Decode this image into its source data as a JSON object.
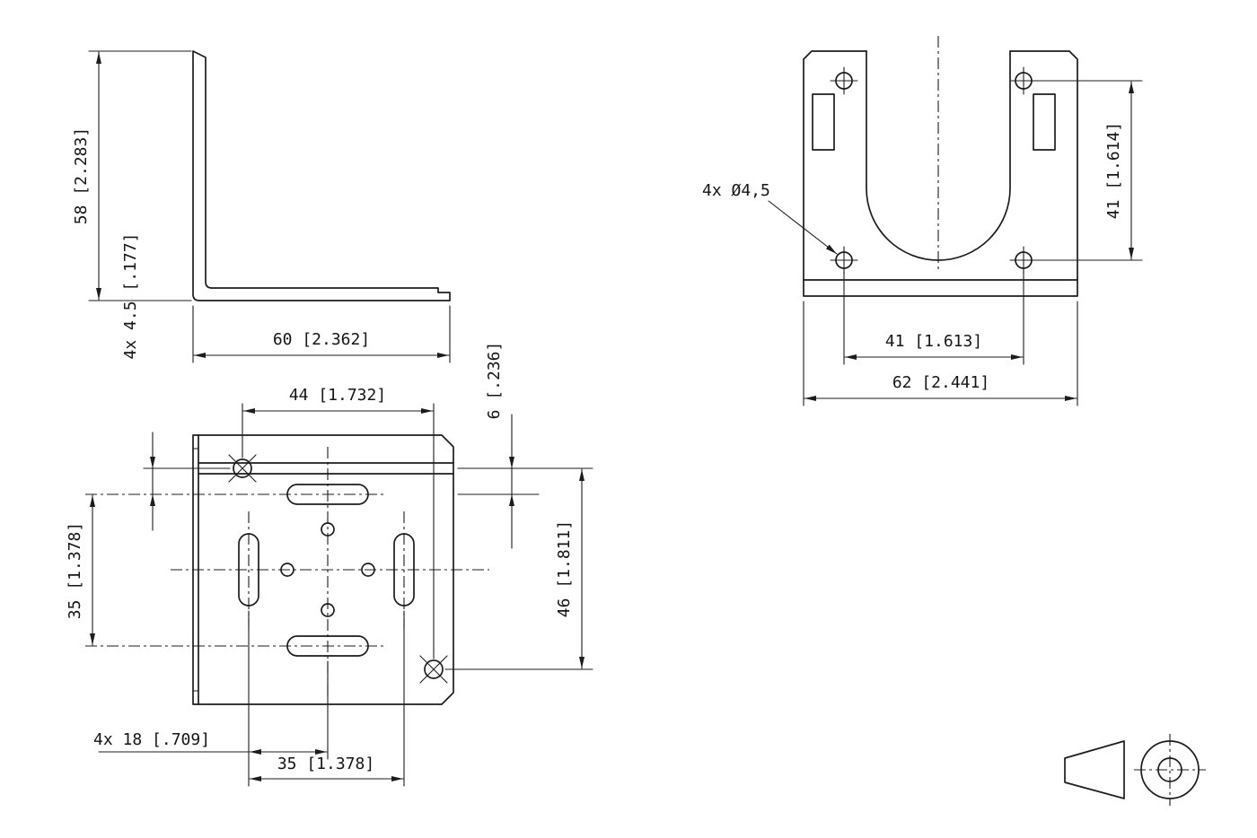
{
  "canvas": {
    "background": "#ffffff",
    "line_color": "#1c1c1c",
    "drawing_type": "engineering dimension drawing of sheet-metal mounting bracket"
  },
  "views": {
    "side_view": {
      "title": "L-profile side view",
      "dims": {
        "height": "58 [2.283]",
        "thickness": "4x 4.5 [.177]",
        "width": "60 [2.362]"
      }
    },
    "front_view": {
      "title": "slotted plate front view",
      "dims": {
        "hole_span": "44 [1.732]",
        "offset": "6 [.236]",
        "slot_center_span_v": "35 [1.378]",
        "hole_offset_v": "46 [1.811]",
        "slot_length": "4x 18 [.709]",
        "slot_center_span_h": "35 [1.378]"
      }
    },
    "u_view": {
      "title": "U-cutout front view",
      "dims": {
        "hole_callout": "4x Ø4,5",
        "hole_span_v": "41 [1.614]",
        "hole_span_h": "41 [1.613]",
        "overall_width": "62 [2.441]"
      }
    },
    "projection_symbol": {
      "title": "projection method symbol (truncated cone and circle)"
    }
  }
}
